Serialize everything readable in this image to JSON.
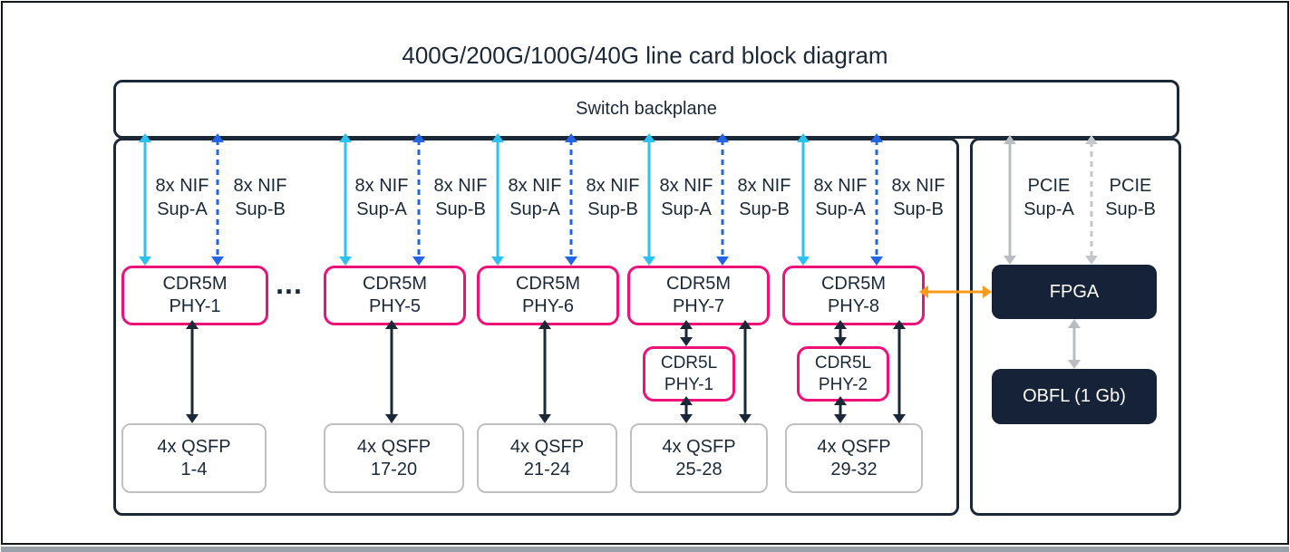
{
  "title": "400G/200G/100G/40G line card block diagram",
  "backplane": {
    "label": "Switch backplane"
  },
  "ellipsis": "...",
  "nif": {
    "line1": "8x NIF",
    "sup_a": "Sup-A",
    "sup_b": "Sup-B"
  },
  "columns": [
    {
      "phy_line1": "CDR5M",
      "phy_line2": "PHY-1",
      "qsfp_line1": "4x QSFP",
      "qsfp_line2": "1-4"
    },
    {
      "phy_line1": "CDR5M",
      "phy_line2": "PHY-5",
      "qsfp_line1": "4x QSFP",
      "qsfp_line2": "17-20"
    },
    {
      "phy_line1": "CDR5M",
      "phy_line2": "PHY-6",
      "qsfp_line1": "4x QSFP",
      "qsfp_line2": "21-24"
    },
    {
      "phy_line1": "CDR5M",
      "phy_line2": "PHY-7",
      "cdr5l_line1": "CDR5L",
      "cdr5l_line2": "PHY-1",
      "qsfp_line1": "4x QSFP",
      "qsfp_line2": "25-28"
    },
    {
      "phy_line1": "CDR5M",
      "phy_line2": "PHY-8",
      "cdr5l_line1": "CDR5L",
      "cdr5l_line2": "PHY-2",
      "qsfp_line1": "4x QSFP",
      "qsfp_line2": "29-32"
    }
  ],
  "right_panel": {
    "pcie_line1": "PCIE",
    "pcie_sup_a": "Sup-A",
    "pcie_sup_b": "Sup-B",
    "fpga_label": "FPGA",
    "obfl_label": "OBFL (1 Gb)"
  },
  "colors": {
    "accent_pink": "#ee117a",
    "dark_navy": "#1b2838",
    "dark_box_fill": "#152238",
    "nif_sup_a_cyan": "#2bc2f2",
    "nif_sup_b_blue": "#2465e6",
    "pcie_gray": "#b9bdc2",
    "qsfp_border_gray": "#c0c0c0",
    "fpga_link_orange": "#f89b1b"
  }
}
